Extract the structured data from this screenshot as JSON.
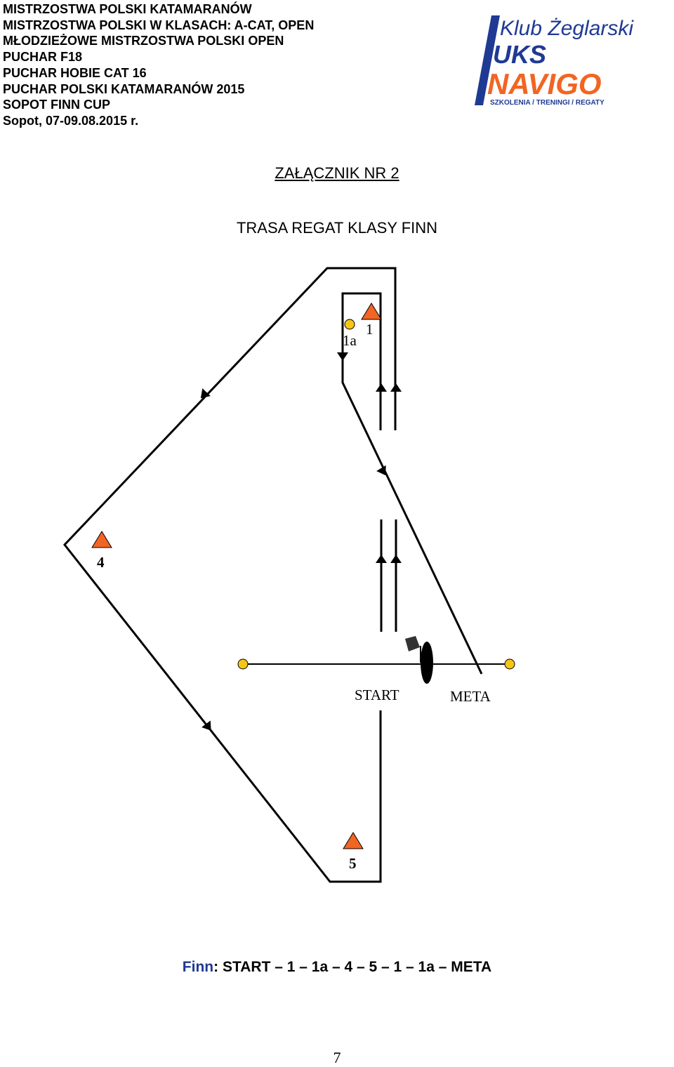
{
  "header": {
    "lines": [
      "MISTRZOSTWA POLSKI KATAMARANÓW",
      "MISTRZOSTWA POLSKI W KLASACH: A-CAT, OPEN",
      "MŁODZIEŻOWE MISTRZOSTWA POLSKI OPEN",
      "PUCHAR F18",
      "PUCHAR HOBIE CAT 16",
      "PUCHAR POLSKI KATAMARANÓW 2015",
      "SOPOT FINN CUP",
      "Sopot, 07-09.08.2015 r."
    ]
  },
  "logo": {
    "line1": "Klub Żeglarski",
    "line2": "UKS",
    "line3": "NAVIGO",
    "tagline": "SZKOLENIA / TRENINGI / REGATY",
    "colors": {
      "blue": "#1f3a93",
      "orange": "#f26522"
    }
  },
  "attachment_title": "ZAŁĄCZNIK NR 2",
  "course_title": "TRASA REGAT KLASY FINN",
  "diagram": {
    "marks": {
      "m1": "1",
      "m1a": "1a",
      "m4": "4",
      "m5": "5"
    },
    "start_label": "START",
    "finish_label": "META",
    "colors": {
      "mark_triangle": "#f26522",
      "mark_buoy": "#f5c518",
      "line": "#000000"
    }
  },
  "sequence": {
    "class_name": "Finn",
    "separator": ":",
    "text": " START – 1 – 1a – 4 – 5 – 1 – 1a – META"
  },
  "page_number": "7"
}
